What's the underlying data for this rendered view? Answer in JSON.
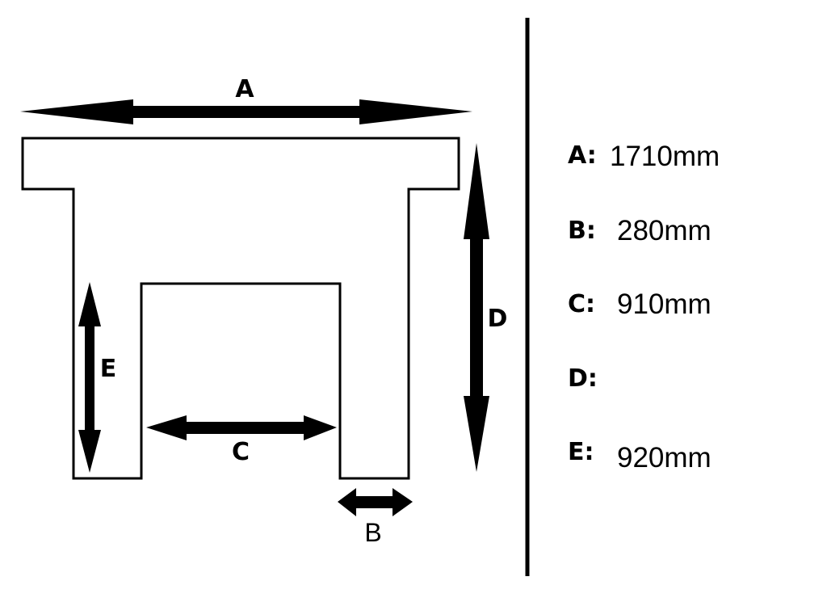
{
  "labels": {
    "A": "A",
    "B": "B",
    "C": "C",
    "D": "D",
    "E": "E"
  },
  "legend": [
    {
      "key": "A:",
      "value": "1710mm"
    },
    {
      "key": "B:",
      "value": "280mm"
    },
    {
      "key": "C:",
      "value": "910mm"
    },
    {
      "key": "D:",
      "value": ""
    },
    {
      "key": "E:",
      "value": "920mm"
    }
  ],
  "colors": {
    "ink": "#000000",
    "background": "#ffffff"
  }
}
